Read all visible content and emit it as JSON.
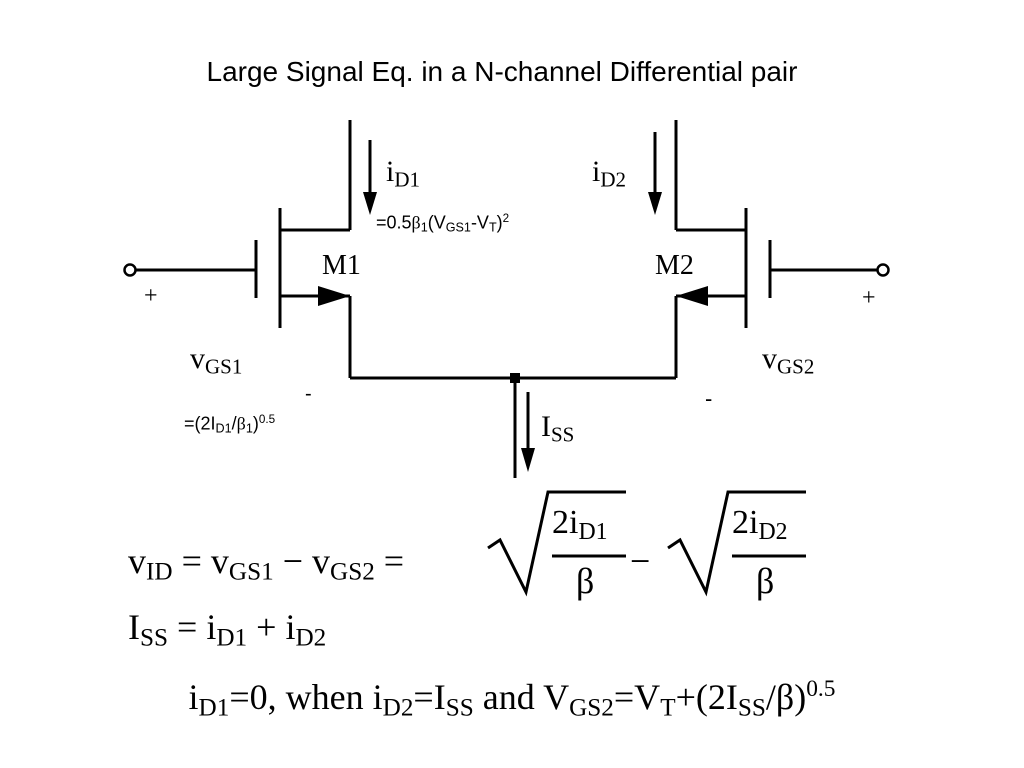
{
  "title": "Large Signal Eq. in a N-channel Differential pair",
  "labels": {
    "id1": "i",
    "id1_sub": "D1",
    "id2": "i",
    "id2_sub": "D2",
    "m1": "M1",
    "m2": "M2",
    "plus_left": "+",
    "plus_right": "+",
    "minus_left": "-",
    "minus_right": "-",
    "vgs1": "v",
    "vgs1_sub": "GS1",
    "vgs2": "v",
    "vgs2_sub": "GS2",
    "iss": "I",
    "iss_sub": "SS"
  },
  "annotations": {
    "id1_formula": {
      "prefix": "=0.5",
      "beta": "β",
      "beta_sub": "1",
      "paren_open": "(V",
      "v_sub": "GS1",
      "dash": "-V",
      "t_sub": "T",
      "paren_close": ")",
      "exp": "2"
    },
    "vgs1_formula": {
      "prefix": "=(2I",
      "i_sub": "D1",
      "slash": "/",
      "beta": "β",
      "beta_sub": "1",
      "paren_close": ")",
      "exp": "0.5"
    }
  },
  "equations": {
    "vid": {
      "lhs": "v",
      "lhs_sub": "ID",
      "eq1": " = v",
      "mid_sub": "GS1",
      "minus": " − v",
      "mid2_sub": "GS2",
      "eq2": " =",
      "frac1_num": "2i",
      "frac1_num_sub": "D1",
      "frac1_den": "β",
      "between": "−",
      "frac2_num": "2i",
      "frac2_num_sub": "D2",
      "frac2_den": "β"
    },
    "iss": {
      "lhs": "I",
      "lhs_sub": "SS",
      "eq": " = i",
      "a_sub": "D1",
      "plus": " + i",
      "b_sub": "D2"
    },
    "bottom": {
      "a": "i",
      "a_sub": "D1",
      "b": "=0, when i",
      "b_sub": "D2",
      "c": "=I",
      "c_sub": "SS",
      "d": " and V",
      "d_sub": "GS2",
      "e": "=V",
      "e_sub": "T",
      "f": "+(2I",
      "f_sub": "SS",
      "g": "/β)",
      "g_sup": "0.5"
    }
  }
}
